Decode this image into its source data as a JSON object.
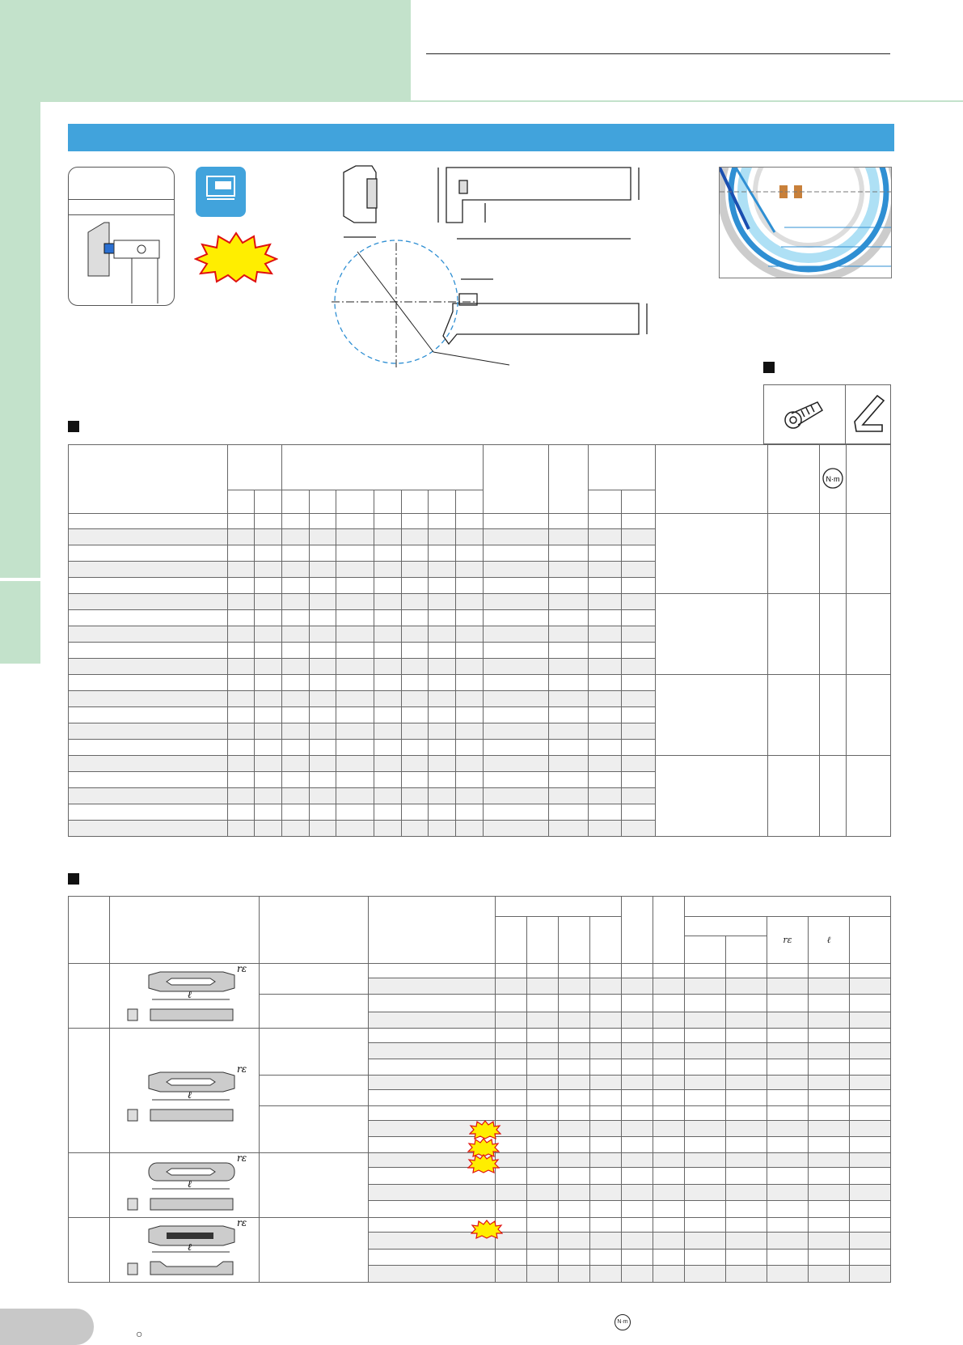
{
  "colors": {
    "green": "#c3e2cb",
    "blue": "#41a3dc",
    "yellow_burst": "#ffee00",
    "burst_edge": "#e01010"
  },
  "icons": [
    "clamp-screw-icon",
    "hex-wrench-icon",
    "torque-nm-icon",
    "new-burst-icon"
  ],
  "labels": {
    "torque_unit": "N·m",
    "insert_r_symbol": "rε",
    "insert_l_symbol": "ℓ",
    "drawing_r": "rε",
    "drawing_l": "ℓ",
    "torque_note_icon": "N·m",
    "footnote_mark": "○"
  }
}
